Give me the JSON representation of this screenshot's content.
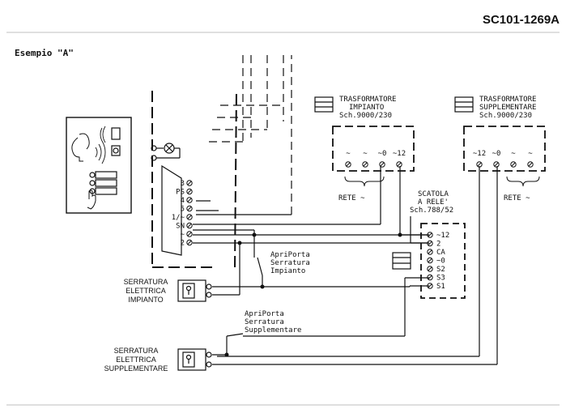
{
  "header": {
    "code": "SC101-1269A",
    "example": "Esempio \"A\""
  },
  "terminal_strip": {
    "labels": [
      "3",
      "PS",
      "4",
      "5",
      "1/~",
      "SN",
      "~",
      "2"
    ]
  },
  "transformer_main": {
    "line1": "TRASFORMATORE",
    "line2": "IMPIANTO",
    "line3": "Sch.9000/230",
    "terminals": [
      "~",
      "~",
      "~0",
      "~12"
    ],
    "mains_label": "RETE  ~"
  },
  "transformer_supp": {
    "line1": "TRASFORMATORE",
    "line2": "SUPPLEMENTARE",
    "line3": "Sch.9000/230",
    "terminals": [
      "~12",
      "~0",
      "~",
      "~"
    ],
    "mains_label": "RETE  ~"
  },
  "relay_box": {
    "line1": "SCATOLA",
    "line2": "A RELE'",
    "line3": "Sch.788/52",
    "terminals": [
      "~12",
      "2",
      "CA",
      "~0",
      "S2",
      "S3",
      "S1"
    ]
  },
  "switch_main": {
    "line1": "ApriPorta",
    "line2": "Serratura",
    "line3": "Impianto"
  },
  "switch_supp": {
    "line1": "ApriPorta",
    "line2": "Serratura",
    "line3": "Supplementare"
  },
  "lock_main": {
    "line1": "SERRATURA",
    "line2": "ELETTRICA",
    "line3": "IMPIANTO"
  },
  "lock_supp": {
    "line1": "SERRATURA",
    "line2": "ELETTRICA",
    "line3": "SUPPLEMENTARE"
  },
  "icons": [
    "intercom-panel-icon",
    "lamp-icon",
    "transformer-icon",
    "relay-icon",
    "lock-icon",
    "push-switch-icon"
  ]
}
